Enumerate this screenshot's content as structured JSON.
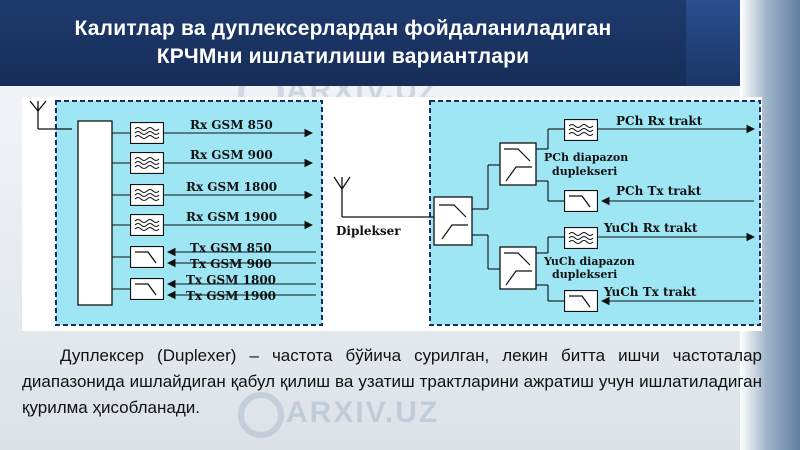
{
  "slide": {
    "title_line1": "Калитлар ва дуплексерлардан фойдаланиладиган",
    "title_line2": "КРЧМни ишлатилиши вариантлари",
    "description": "Дуплексер (Duplexer) – частота бўйича сурилган, лекин битта ишчи частоталар диапазонида ишлайдиган қабул қилиш ва узатиш трактларини ажратиш учун ишлатиладиган қурилма ҳисобланади."
  },
  "watermark": {
    "text": "ARXIV.UZ"
  },
  "diagram": {
    "left_channels": {
      "rx": [
        "Rx GSM 850",
        "Rx GSM 900",
        "Rx GSM 1800",
        "Rx GSM 1900"
      ],
      "tx": [
        "Tx GSM 850",
        "Tx GSM 900",
        "Tx GSM 1800",
        "Tx GSM 1900"
      ]
    },
    "diplexer_label": "Diplekser",
    "right": {
      "pch_duplexer": [
        "PCh diapazon",
        "duplekseri"
      ],
      "pch_rx": "PCh Rx trakt",
      "pch_tx": "PCh Tx trakt",
      "yuch_duplexer": [
        "YuCh diapazon",
        "duplekseri"
      ],
      "yuch_rx": "YuCh Rx trakt",
      "yuch_tx": "YuCh Tx trakt"
    }
  }
}
